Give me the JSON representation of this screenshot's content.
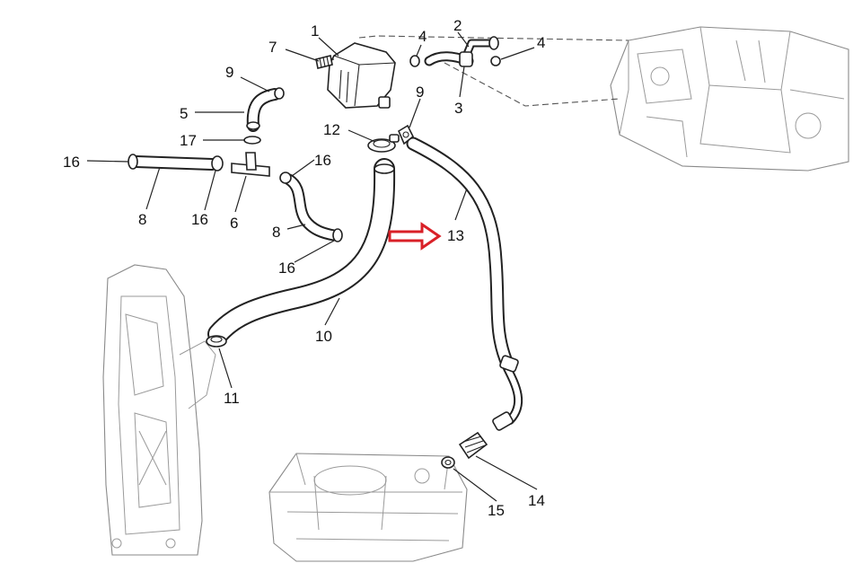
{
  "diagram": {
    "highlight_color": "#d92027",
    "highlighted_label": "13",
    "labels": [
      "1",
      "2",
      "3",
      "4",
      "4",
      "5",
      "6",
      "7",
      "8",
      "8",
      "9",
      "9",
      "10",
      "11",
      "12",
      "13",
      "14",
      "15",
      "16",
      "16",
      "16",
      "16",
      "17"
    ]
  }
}
